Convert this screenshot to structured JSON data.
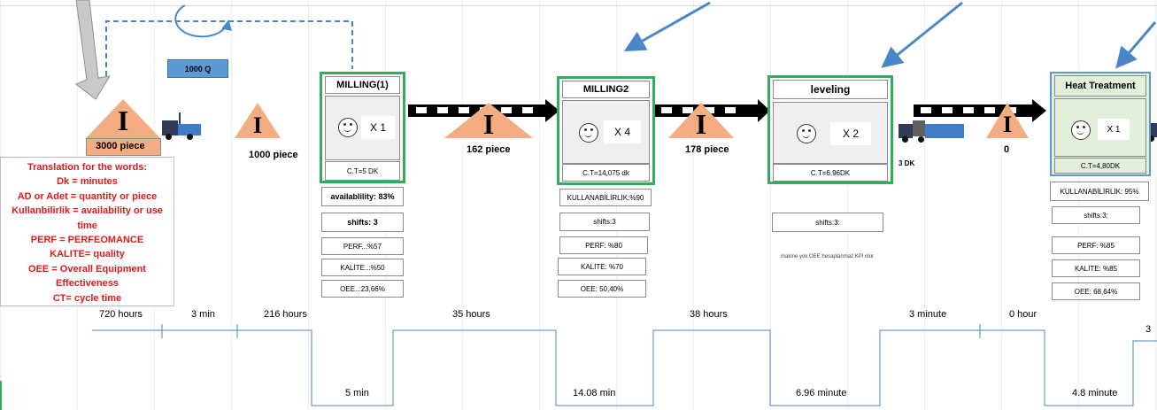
{
  "order": {
    "label": "1000 Q"
  },
  "legend": {
    "lines": [
      "Translation for the words:",
      "Dk = minutes",
      "AD or Adet = quantity or piece",
      "Kullanbilirlik = availability  or use",
      "time",
      "PERF = PERFEOMANCE",
      "KALITE= quality",
      "OEE = Overall Equipment",
      "Effectiveness",
      "CT= cycle time"
    ]
  },
  "inventory": [
    {
      "glyph": "I",
      "label": "3000 piece"
    },
    {
      "glyph": "I",
      "label": "1000 piece"
    },
    {
      "glyph": "I",
      "label": "162 piece"
    },
    {
      "glyph": "I",
      "label": "178 piece"
    },
    {
      "glyph": "I",
      "label": "0"
    }
  ],
  "processes": [
    {
      "title": "MILLING(1)",
      "operators": "X  1",
      "ct": "C.T=5 DK",
      "kpis": [
        "availablility: 83%",
        "shifts: 3",
        "PERF..:%57",
        "KALİTE..:%50",
        "OEE..:23,66%"
      ]
    },
    {
      "title": "MILLING2",
      "operators": "X  4",
      "ct": "C.T=14,075 dk",
      "kpis": [
        "KULLANABİLİRLİK:%90",
        "shifts:3",
        "PERF: %80",
        "KALİTE: %70",
        "OEE: 50,40%"
      ]
    },
    {
      "title": "leveling",
      "operators": "X  2",
      "ct": "C.T=6,96DK",
      "kpis": [
        "shifts:3:"
      ],
      "note": "makine yok OEE hesaplanmaz KPI olur"
    },
    {
      "title": "Heat Treatment",
      "operators": "X  1",
      "ct": "C.T=4,80DK",
      "kpis": [
        "KULLANABİLİRLİK: 95%",
        "shifts:3:",
        "PERF: %85",
        "KALİTE: %85",
        "OEE: 68,64%"
      ]
    }
  ],
  "truck_time": "3 DK",
  "timeline": {
    "top": [
      "720 hours",
      "3 min",
      "216 hours",
      "35 hours",
      "38 hours",
      "3 minute",
      "0 hour",
      "3"
    ],
    "bottom": [
      "5 min",
      "14.08 min",
      "6.96 minute",
      "4.8 minute"
    ]
  },
  "colors": {
    "process_border": "#2fae5c",
    "inventory": "#f4ad82",
    "legend_text": "#e0191b",
    "arrow": "#4a86c8"
  }
}
